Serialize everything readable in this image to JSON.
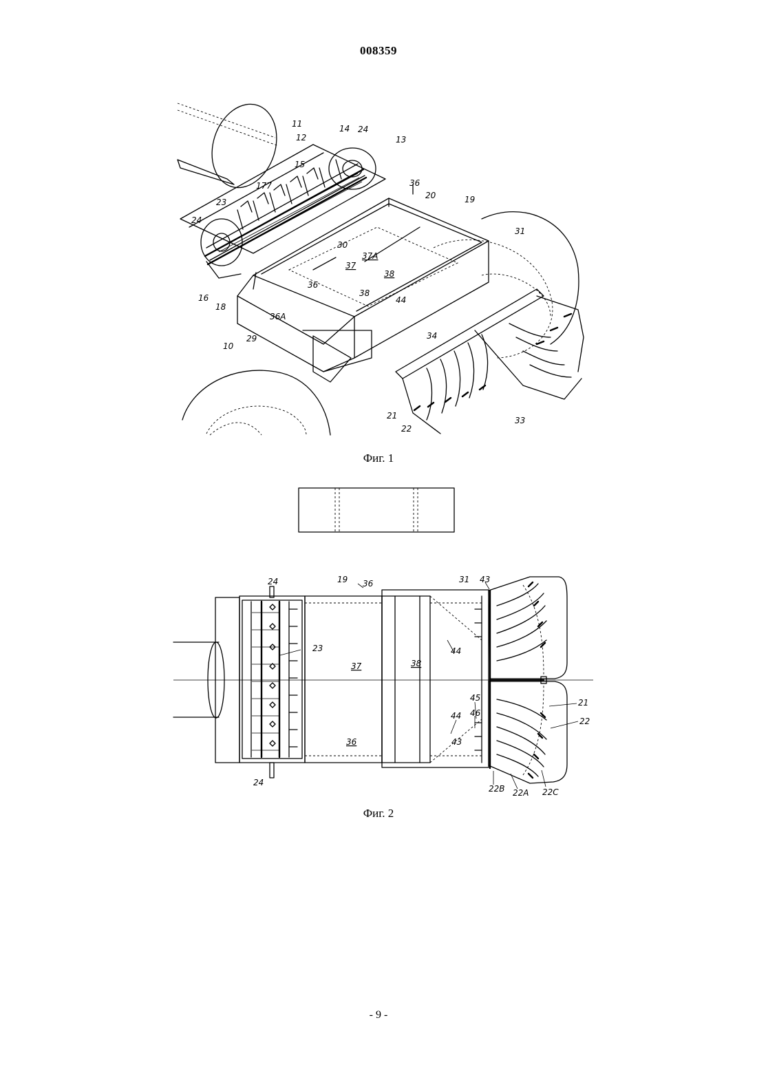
{
  "document_number": "008359",
  "page_number": "- 9 -",
  "figures": [
    {
      "caption": "Фиг. 1",
      "reference_numerals": [
        "11",
        "12",
        "14",
        "24",
        "13",
        "15",
        "177",
        "23",
        "36",
        "20",
        "19",
        "24",
        "31",
        "30",
        "37",
        "37A",
        "38",
        "16",
        "18",
        "36",
        "38",
        "44",
        "36A",
        "34",
        "29",
        "10",
        "21",
        "22",
        "33"
      ]
    },
    {
      "caption": "Фиг. 2",
      "reference_numerals": [
        "24",
        "19",
        "36",
        "31",
        "43",
        "23",
        "37",
        "38",
        "44",
        "45",
        "21",
        "46",
        "44",
        "22",
        "36",
        "43",
        "24",
        "22B",
        "22A",
        "22C"
      ]
    }
  ]
}
